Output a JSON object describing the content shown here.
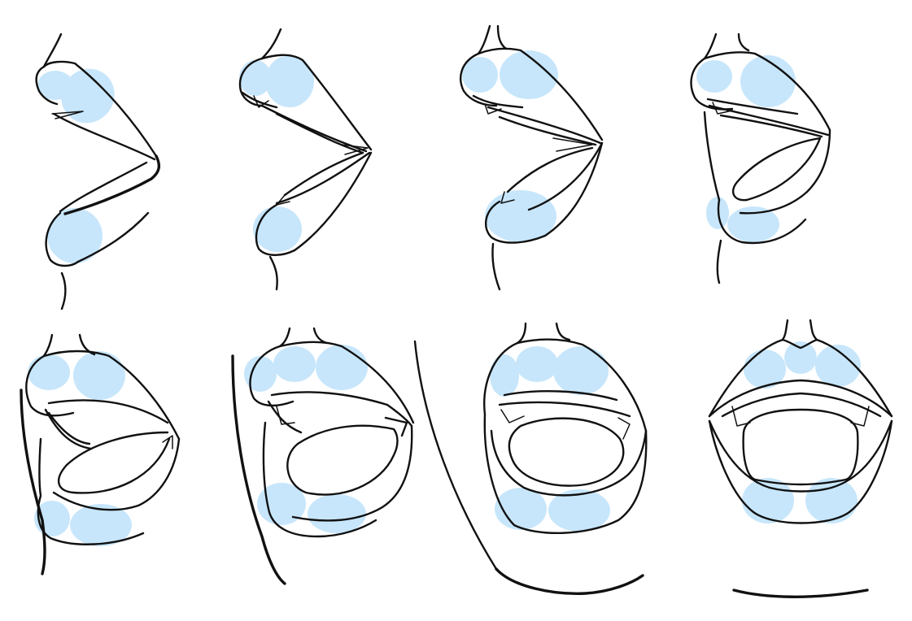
{
  "sheet": {
    "subject": "mouth-opening-sequence",
    "rows": 2,
    "columns": 4,
    "colors": {
      "background": "#ffffff",
      "line": "#111111",
      "shade": "#c7e6fb"
    }
  },
  "panels": [
    {
      "id": "mouth-1",
      "view": "profile",
      "openness": 0.15
    },
    {
      "id": "mouth-2",
      "view": "profile",
      "openness": 0.3
    },
    {
      "id": "mouth-3",
      "view": "three-quarter",
      "openness": 0.35
    },
    {
      "id": "mouth-4",
      "view": "three-quarter",
      "openness": 0.45
    },
    {
      "id": "mouth-5",
      "view": "three-quarter",
      "openness": 0.55
    },
    {
      "id": "mouth-6",
      "view": "three-quarter",
      "openness": 0.65
    },
    {
      "id": "mouth-7",
      "view": "near-front",
      "openness": 0.75
    },
    {
      "id": "mouth-8",
      "view": "front",
      "openness": 0.85
    }
  ]
}
